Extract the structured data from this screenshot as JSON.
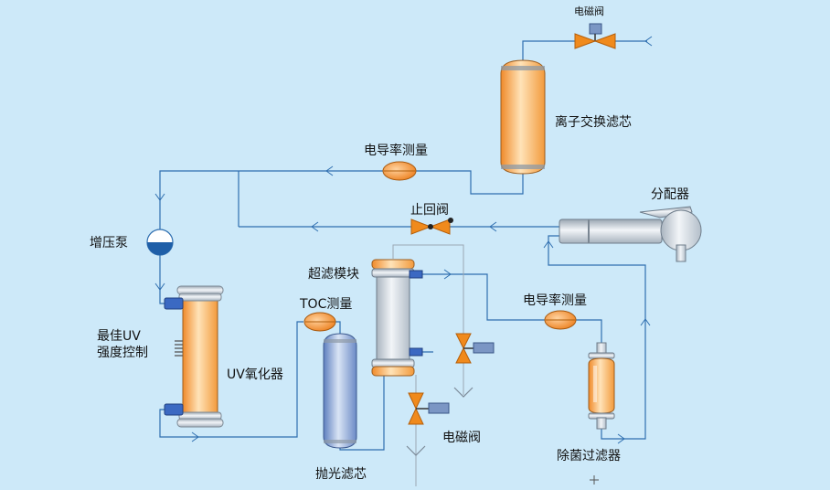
{
  "colors": {
    "background": "#cde9f9",
    "pipe": "#2f6fb0",
    "cartridge_orange": "#f4a34a",
    "cartridge_blue": "#6e8fc8",
    "valve_orange": "#f08a1c"
  },
  "labels": {
    "inlet_solenoid_valve": "电磁阀",
    "ion_exchange_filter": "离子交换滤芯",
    "conductivity_meter_top": "电导率测量",
    "check_valve": "止回阀",
    "dispenser": "分配器",
    "booster_pump": "增压泵",
    "uf_module": "超滤模块",
    "toc_measurement": "TOC测量",
    "conductivity_meter_right": "电导率测量",
    "uv_intensity_control": "最佳UV\n强度控制",
    "uv_oxidizer": "UV氧化器",
    "solenoid_valve_bottom": "电磁阀",
    "polishing_filter": "抛光滤芯",
    "sterilizing_filter": "除菌过滤器"
  },
  "icons": [
    "solenoid-valve-icon",
    "cartridge-icon",
    "flow-meter-icon",
    "check-valve-icon",
    "pump-icon",
    "uv-lamp-icon",
    "ultrafilter-icon",
    "arrow-icon",
    "drain-icon"
  ]
}
